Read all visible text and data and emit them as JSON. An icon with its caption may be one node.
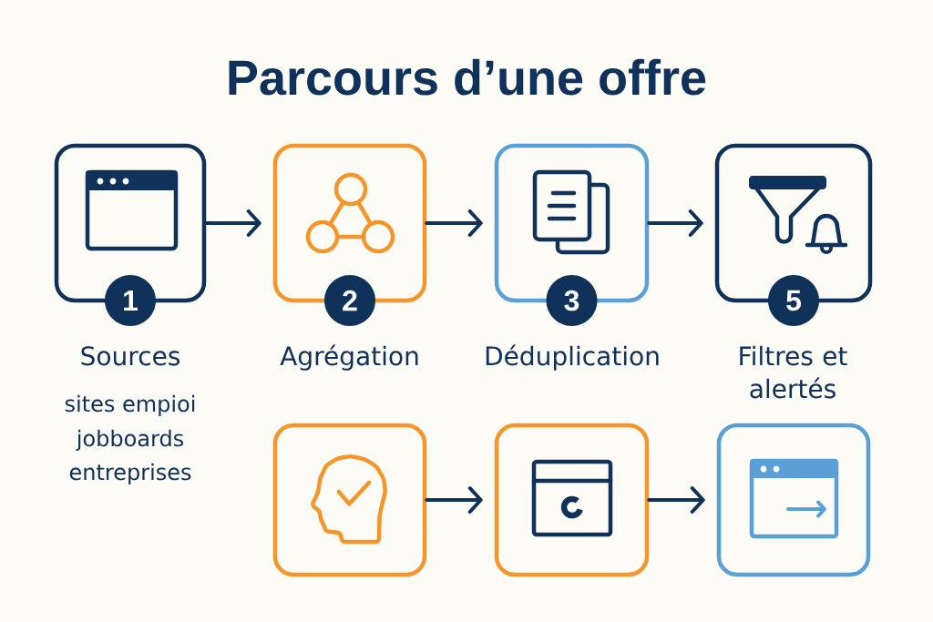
{
  "diagram": {
    "title": "Parcours d’une offre",
    "nodes": [
      {
        "text": [],
        "shape": "box"
      },
      {
        "text": [
          "1"
        ],
        "beside": [
          "Sources",
          "sites empioi",
          "jobboards",
          "entreprises"
        ]
      },
      {
        "text": [],
        "shape": "box"
      },
      {
        "text": [
          "2"
        ],
        "beside": [
          "Agrégation"
        ]
      },
      {
        "text": [],
        "shape": "box"
      },
      {
        "text": [
          "3"
        ],
        "beside": [
          "Déduplication"
        ]
      },
      {
        "text": [],
        "shape": "box"
      },
      {
        "text": [
          "5"
        ],
        "beside": [
          "Filtres et alertés"
        ]
      },
      {
        "text": [],
        "shape": "box"
      },
      {
        "text": [],
        "shape": "box"
      },
      {
        "text": [],
        "shape": "box"
      }
    ],
    "edges": [
      {
        "from": 0,
        "to": 2,
        "arrow": "to"
      },
      {
        "from": 2,
        "to": 4,
        "arrow": "to"
      },
      {
        "from": 4,
        "to": 6,
        "arrow": "to"
      },
      {
        "from": 8,
        "to": 9,
        "arrow": "to"
      },
      {
        "from": 9,
        "to": 10,
        "arrow": "to"
      }
    ]
  }
}
